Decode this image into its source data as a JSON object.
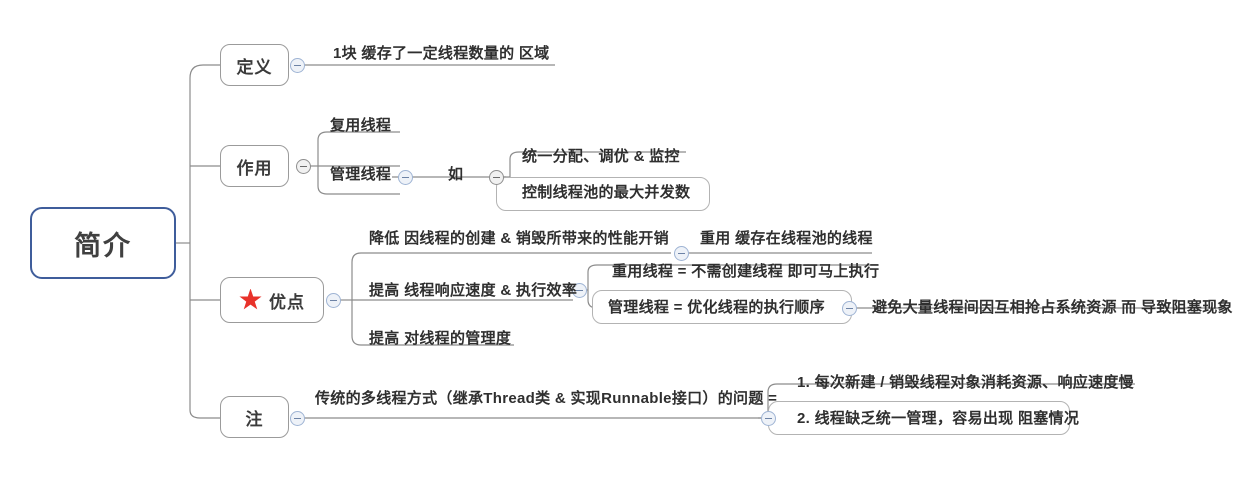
{
  "diagram": {
    "type": "mindmap",
    "title": "简介",
    "root": {
      "label": "简介"
    },
    "colors": {
      "root_border": "#3f5d9b",
      "node_border": "#9b9b9b",
      "wire": "#8c8c8c",
      "star": "#e8322a",
      "toggle_border": "#9fb4d4",
      "text": "#2f2f2f"
    },
    "icons": {
      "collapse": "minus-circle-icon",
      "star": "star-icon"
    },
    "branches": [
      {
        "id": "define",
        "label": "定义",
        "children": [
          {
            "id": "define-1",
            "label": "1块 缓存了一定线程数量的 区域"
          }
        ]
      },
      {
        "id": "role",
        "label": "作用",
        "children": [
          {
            "id": "role-1",
            "label": "复用线程"
          },
          {
            "id": "role-2",
            "label": "管理线程",
            "connector": "如",
            "children": [
              {
                "id": "role-2-1",
                "label": "统一分配、调优 & 监控"
              },
              {
                "id": "role-2-2",
                "label": "控制线程池的最大并发数"
              }
            ]
          }
        ]
      },
      {
        "id": "merit",
        "label": "优点",
        "icon": "star-icon",
        "children": [
          {
            "id": "merit-1",
            "label": "降低 因线程的创建 & 销毁所带来的性能开销",
            "children": [
              {
                "id": "merit-1-1",
                "label": "重用 缓存在线程池的线程"
              }
            ]
          },
          {
            "id": "merit-2",
            "label": "提高 线程响应速度 & 执行效率",
            "children": [
              {
                "id": "merit-2-1",
                "label": "重用线程 = 不需创建线程 即可马上执行"
              },
              {
                "id": "merit-2-2",
                "label": "管理线程 = 优化线程的执行顺序",
                "children": [
                  {
                    "id": "merit-2-2-1",
                    "label": "避免大量线程间因互相抢占系统资源 而 导致阻塞现象"
                  }
                ]
              }
            ]
          },
          {
            "id": "merit-3",
            "label": "提高 对线程的管理度"
          }
        ]
      },
      {
        "id": "note",
        "label": "注",
        "children": [
          {
            "id": "note-1",
            "label": "传统的多线程方式（继承Thread类 & 实现Runnable接口）的问题 =",
            "children": [
              {
                "id": "note-1-1",
                "label": "1. 每次新建 / 销毁线程对象消耗资源、响应速度慢"
              },
              {
                "id": "note-1-2",
                "label": "2. 线程缺乏统一管理，容易出现 阻塞情况"
              }
            ]
          }
        ]
      }
    ]
  }
}
